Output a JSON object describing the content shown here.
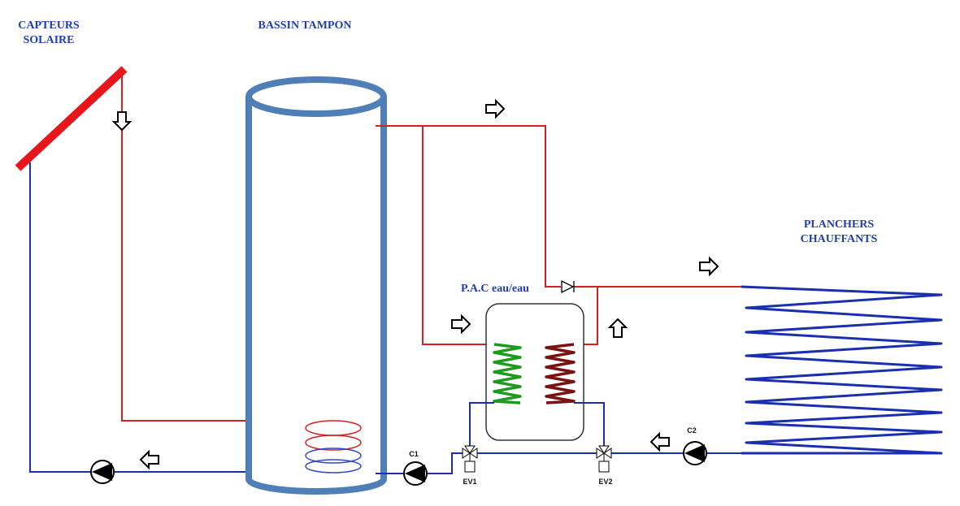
{
  "labels": {
    "solar_collectors_line1": "CAPTEURS",
    "solar_collectors_line2": "SOLAIRE",
    "buffer_tank": "BASSIN TAMPON",
    "heat_pump": "P.A.C eau/eau",
    "floor_heating_line1": "PLANCHERS",
    "floor_heating_line2": "CHAUFFANTS",
    "pump_c1": "C1",
    "pump_c2": "C2",
    "valve_ev1": "EV1",
    "valve_ev2": "EV2"
  },
  "colors": {
    "hot_pipe": "#d42020",
    "cold_pipe": "#1a2fb0",
    "tank": "#4f7fb6",
    "collector": "#e8151b",
    "coil_green": "#1e9a1e",
    "coil_brown": "#7a1212",
    "label": "#1f3fb0"
  }
}
